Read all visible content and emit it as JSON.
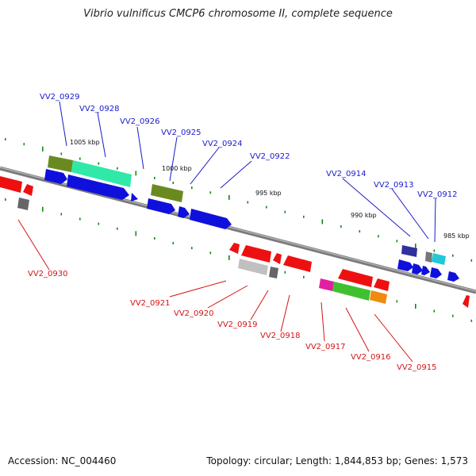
{
  "title": "Vibrio vulnificus CMCP6 chromosome II, complete sequence",
  "footer": {
    "accession": "Accession: NC_004460",
    "summary": "Topology: circular; Length: 1,844,853 bp; Genes: 1,573"
  },
  "colors": {
    "forward": "#1010dd",
    "reverse": "#ee1010",
    "backbone": "#888888",
    "tick": "#118811",
    "label_forward": "#1a1acc",
    "label_reverse": "#d41414"
  },
  "scale_labels": [
    "1005 kbp",
    "1000 kbp",
    "995 kbp",
    "990 kbp",
    "985 kbp"
  ],
  "genes_forward": [
    "VV2_0929",
    "VV2_0928",
    "VV2_0926",
    "VV2_0925",
    "VV2_0924",
    "VV2_0922",
    "VV2_0914",
    "VV2_0913",
    "VV2_0912"
  ],
  "genes_reverse": [
    "VV2_0930",
    "VV2_0921",
    "VV2_0920",
    "VV2_0919",
    "VV2_0918",
    "VV2_0917",
    "VV2_0916",
    "VV2_0915"
  ]
}
